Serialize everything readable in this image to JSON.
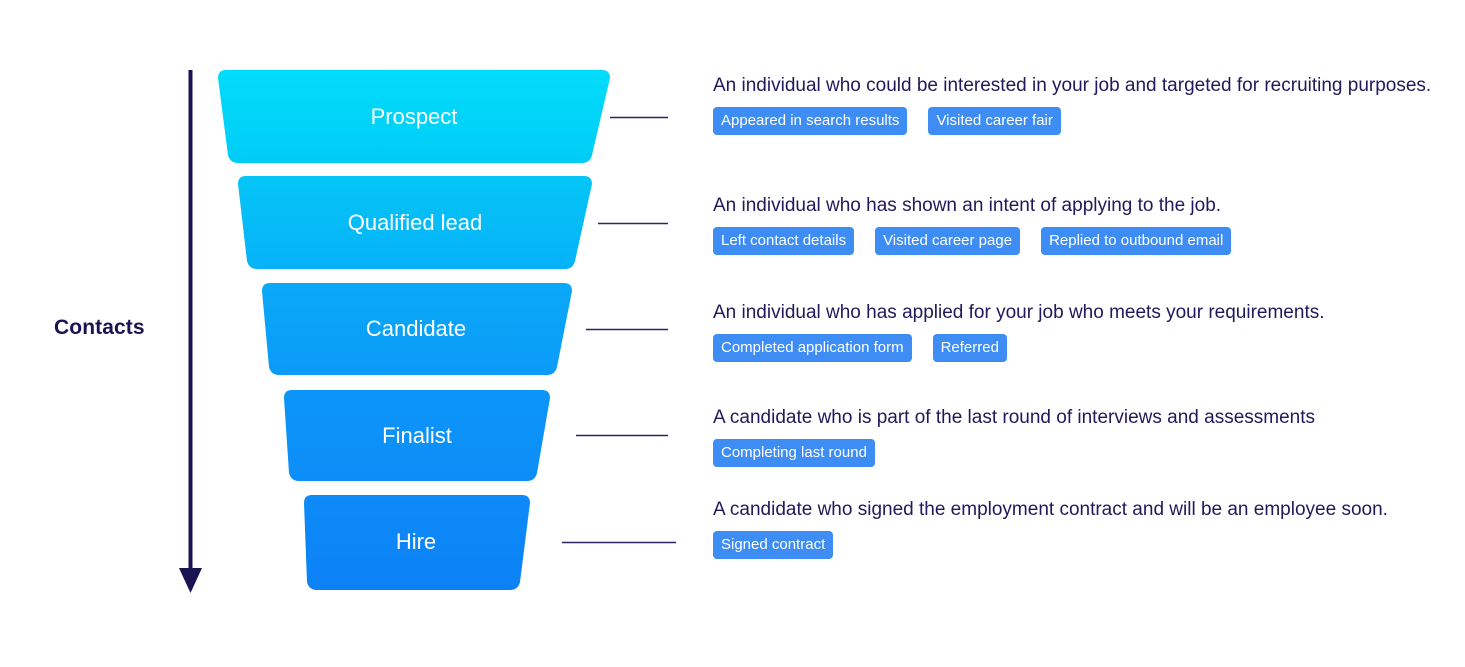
{
  "axis": {
    "label": "Contacts",
    "arrow_direction": "down",
    "color": "#191552"
  },
  "theme": {
    "funnel_top_color": "#00d4f8",
    "funnel_bottom_color": "#0a87f7",
    "pill_color": "#3d8df5",
    "text_color": "#201a5c",
    "connector_color": "#2b2560",
    "background": "#ffffff"
  },
  "funnel": {
    "stages": [
      {
        "label": "Prospect",
        "description": "An individual who could be interested in your job and targeted for recruiting purposes.",
        "tags": [
          "Appeared in search results",
          "Visited career fair"
        ]
      },
      {
        "label": "Qualified lead",
        "description": "An individual who has shown an intent of applying to the job.",
        "tags": [
          "Left contact details",
          "Visited career page",
          "Replied to outbound email"
        ]
      },
      {
        "label": "Candidate",
        "description": "An individual who has applied for your job who meets your requirements.",
        "tags": [
          "Completed application form",
          "Referred"
        ]
      },
      {
        "label": "Finalist",
        "description": "A candidate who is part of the last round of interviews and assessments",
        "tags": [
          "Completing last round"
        ]
      },
      {
        "label": "Hire",
        "description": "A candidate who signed the employment contract and will be an employee soon.",
        "tags": [
          "Signed contract"
        ]
      }
    ]
  }
}
